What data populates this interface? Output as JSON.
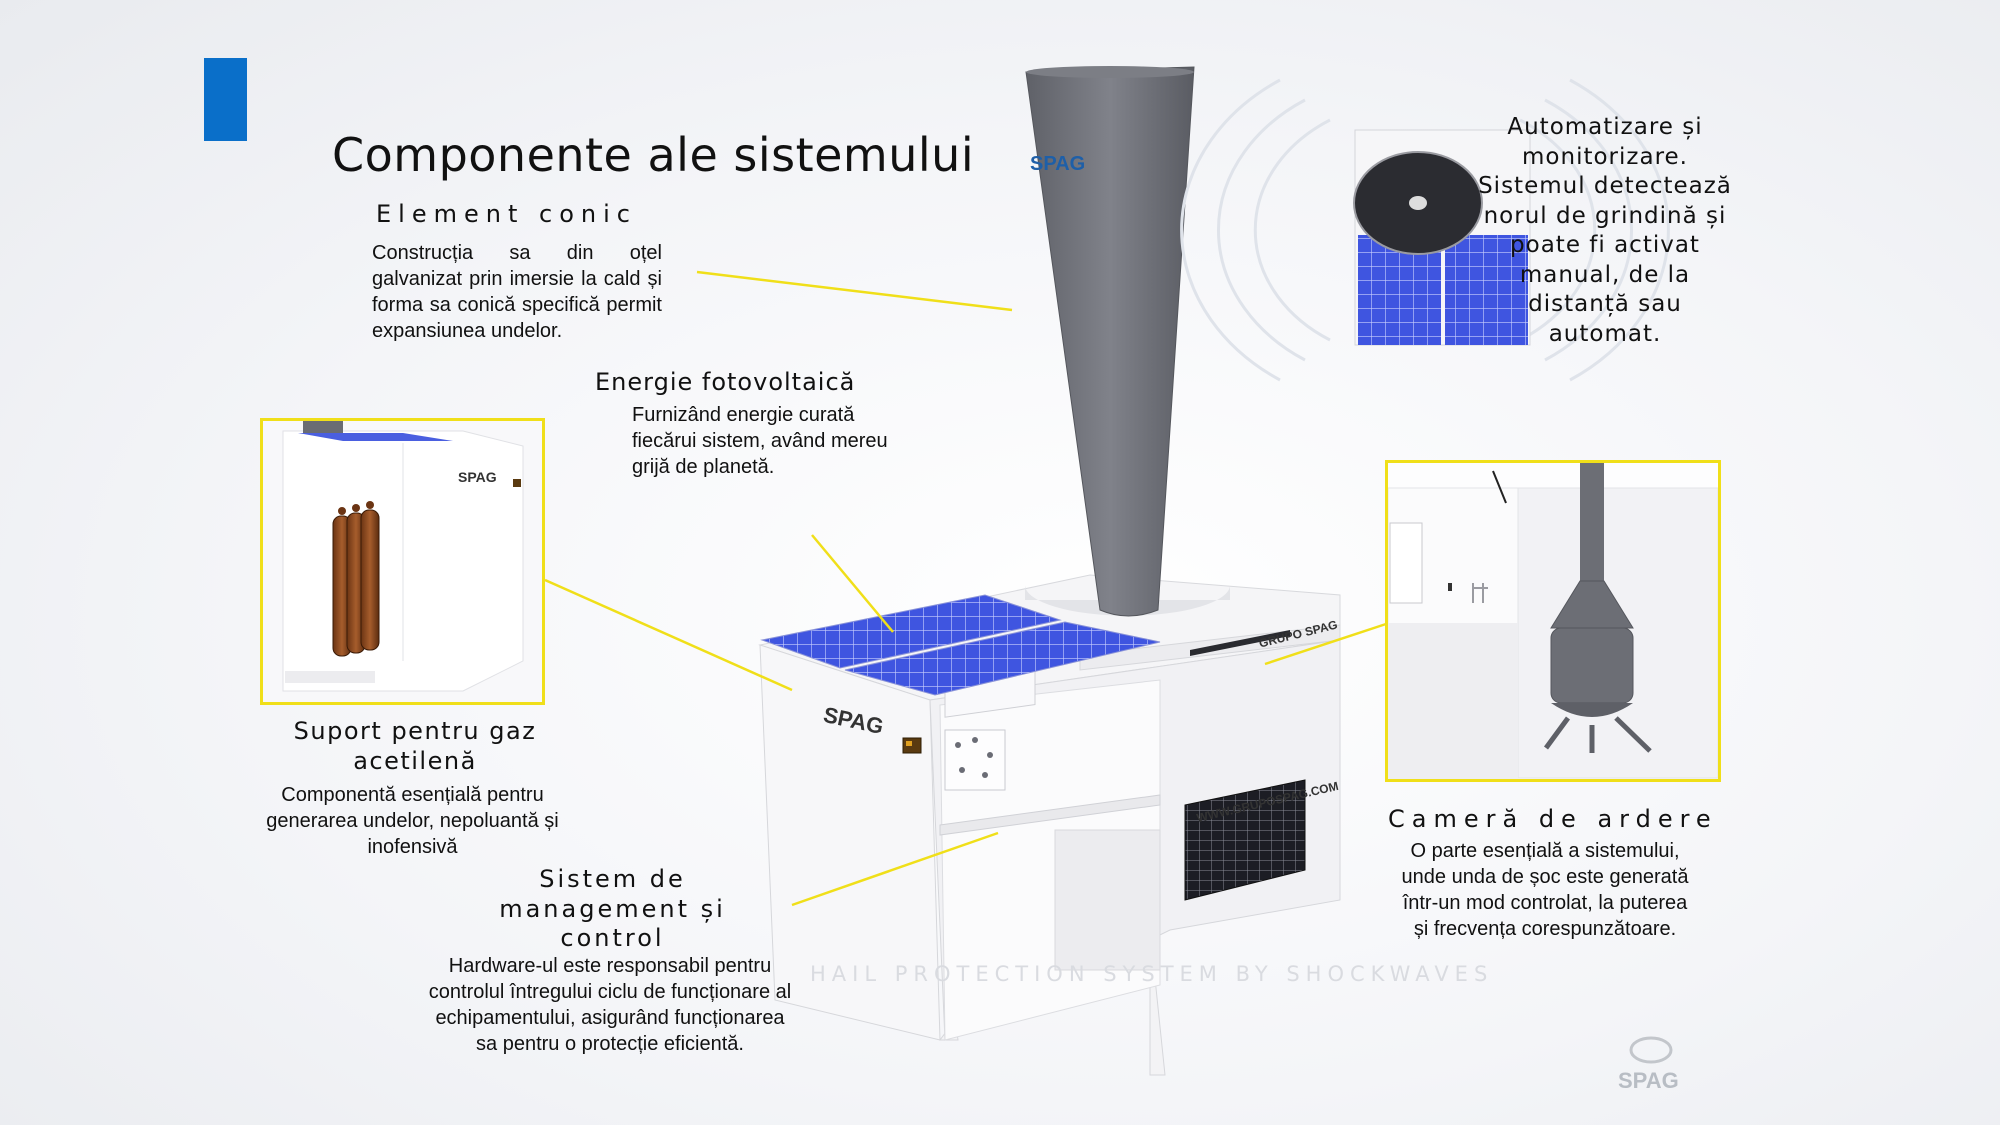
{
  "title": "Componente ale sistemului",
  "sections": {
    "element_conic": {
      "heading": "Element conic",
      "body": "Construcția sa din oțel galvanizat prin imersie la cald și forma sa conică specifică permit expansiunea undelor."
    },
    "energie": {
      "heading": "Energie fotovoltaică",
      "body_lines": [
        "Furnizând energie curată",
        "fiecărui sistem, având mereu",
        "grijă de planetă."
      ]
    },
    "automatizare": {
      "lines": [
        "Automatizare și",
        "monitorizare.",
        "Sistemul detectează",
        "norul de grindină și",
        "poate fi activat",
        "manual, de la",
        "distanță sau",
        "automat."
      ]
    },
    "suport": {
      "heading_lines": [
        "Suport pentru gaz",
        "acetilenă"
      ],
      "body_lines": [
        "Componentă esențială pentru",
        "generarea undelor, nepoluantă și",
        "inofensivă"
      ]
    },
    "sistem": {
      "heading_lines": [
        "Sistem de",
        "management și",
        "control"
      ],
      "body_lines": [
        "Hardware-ul este responsabil pentru",
        "controlul întregului ciclu de funcționare al",
        "echipamentului, asigurând funcționarea",
        "sa pentru o protecție eficientă."
      ]
    },
    "camera": {
      "heading": "Cameră de ardere",
      "body_lines": [
        "O parte esențială a sistemului,",
        "unde unda de șoc este generată",
        "într-un mod controlat, la puterea",
        "și frecvența corespunzătoare."
      ]
    }
  },
  "watermark": "HAIL PROTECTION SYSTEM BY SHOCKWAVES",
  "logos": {
    "spag": "SPAG",
    "grupo": "GRUPO SPAG",
    "web": "WWW.GRUPOSPAG.COM"
  },
  "colors": {
    "accent_blue": "#0a6fc9",
    "callout_yellow": "#f0df19",
    "cone_gray": "#6e7077",
    "panel_blue": "#3a4fd8"
  }
}
